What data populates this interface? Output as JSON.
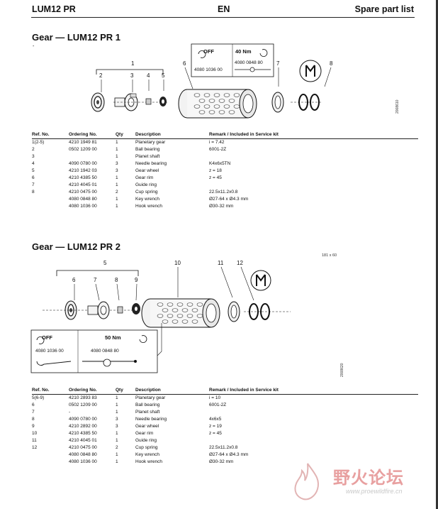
{
  "header": {
    "left": "LUM12 PR",
    "center": "EN",
    "right": "Spare part list"
  },
  "sections": [
    {
      "title": "Gear — LUM12 PR 1",
      "mark": "-",
      "diagram": {
        "callouts": [
          "1",
          "2",
          "3",
          "4",
          "5",
          "6",
          "7",
          "8"
        ],
        "tool_box": {
          "off_label": "OFF",
          "torque_label": "40 Nm",
          "tool1_code": "4080 1036 00",
          "tool2_code": "4080 0848 80"
        },
        "side_code": "2008610"
      },
      "table": {
        "headers": [
          "Ref. No.",
          "Ordering No.",
          "Qty",
          "Description",
          "Remark / Included in Service kit"
        ],
        "rows": [
          [
            "1(2-5)",
            "4210 1949 81",
            "1",
            "Planetary gear",
            "i = 7.42"
          ],
          [
            "2",
            "0502 1209 00",
            "1",
            "Ball bearing",
            "6001-2Z"
          ],
          [
            "3",
            "",
            "1",
            "Planet shaft",
            ""
          ],
          [
            "4",
            "4090 0780 00",
            "3",
            "Needle bearing",
            "K4x6x5TN"
          ],
          [
            "5",
            "4210 1942 03",
            "3",
            "Gear wheel",
            "z = 18"
          ],
          [
            "6",
            "4210 4385 50",
            "1",
            "Gear rim",
            "z = 45"
          ],
          [
            "7",
            "4210 4045 01",
            "1",
            "Guide ring",
            ""
          ],
          [
            "8",
            "4210 0475 00",
            "2",
            "Cup spring",
            "22.5x11.2x0.8"
          ],
          [
            "",
            "4080 0848 80",
            "1",
            "Key wrench",
            "Ø27-64 x Ø4.3 mm"
          ],
          [
            "",
            "4080 1036 00",
            "1",
            "Hook wrench",
            "Ø30-32 mm"
          ]
        ]
      }
    },
    {
      "title": "Gear — LUM12 PR 2",
      "dimension_note": "181 x 60",
      "diagram": {
        "callouts": [
          "5",
          "6",
          "7",
          "8",
          "9",
          "10",
          "11",
          "12"
        ],
        "tool_box": {
          "off_label": "OFF",
          "torque_label": "50 Nm",
          "tool1_code": "4080 1036 00",
          "tool2_code": "4080 0848 80"
        },
        "side_code": "2008620"
      },
      "table": {
        "headers": [
          "Ref. No.",
          "Ordering No.",
          "Qty",
          "Description",
          "Remark / Included in Service kit"
        ],
        "rows": [
          [
            "5(6-9)",
            "4210 2893 83",
            "1",
            "Planetary gear",
            "i = 10"
          ],
          [
            "6",
            "0502 1209 00",
            "1",
            "Ball bearing",
            "6001-2Z"
          ],
          [
            "7",
            "-",
            "1",
            "Planet shaft",
            ""
          ],
          [
            "8",
            "4090 0780 00",
            "3",
            "Needle bearing",
            "4x6x5"
          ],
          [
            "9",
            "4210 2892 00",
            "3",
            "Gear wheel",
            "z = 19"
          ],
          [
            "10",
            "4210 4385 50",
            "1",
            "Gear rim",
            "z = 45"
          ],
          [
            "11",
            "4210 4045 01",
            "1",
            "Guide ring",
            ""
          ],
          [
            "12",
            "4210 0475 00",
            "2",
            "Cup spring",
            "22.5x11.2x0.8"
          ],
          [
            "",
            "4080 0848 80",
            "1",
            "Key wrench",
            "Ø27-64 x Ø4.3 mm"
          ],
          [
            "",
            "4080 1036 00",
            "1",
            "Hook wrench",
            "Ø30-32 mm"
          ]
        ]
      }
    }
  ],
  "watermark": {
    "logo_text": "野火论坛",
    "url": "www.proewildfire.cn"
  }
}
